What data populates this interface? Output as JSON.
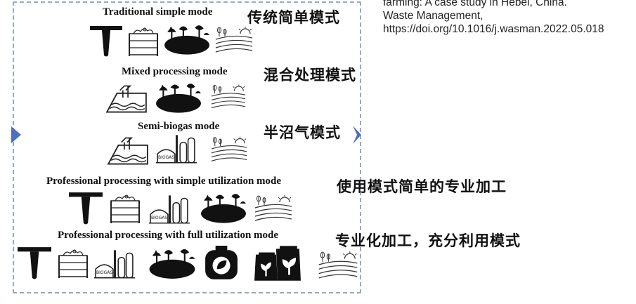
{
  "citation": {
    "line1": "farming: A case study in Hebei, China.",
    "line2": "Waste Management,",
    "line3": "https://doi.org/10.1016/j.wasman.2022.05.018"
  },
  "modes": [
    {
      "en": "Traditional simple mode",
      "cn": "传统简单模式",
      "icons": [
        "scraper-icon",
        "compost-bin-icon",
        "pond-icon",
        "field-icon"
      ]
    },
    {
      "en": "Mixed processing mode",
      "cn": "混合处理模式",
      "icons": [
        "lagoon-icon",
        "pond-icon",
        "field-icon"
      ]
    },
    {
      "en": "Semi-biogas mode",
      "cn": "半沼气模式",
      "icons": [
        "lagoon-icon",
        "biogas-plant-icon",
        "field-icon"
      ]
    },
    {
      "en": "Professional processing with simple utilization mode",
      "cn": "使用模式简单的专业加工",
      "icons": [
        "scraper-icon",
        "compost-bin-icon",
        "biogas-plant-icon",
        "pond-icon",
        "field-icon"
      ]
    },
    {
      "en": "Professional processing with full utilization mode",
      "cn": "专业化加工，充分利用模式",
      "icons": [
        "scraper-icon",
        "compost-bin-icon",
        "biogas-plant-icon",
        "pond-icon",
        "gas-cylinder-icon",
        "fertilizer-bags-icon",
        "field-icon"
      ]
    }
  ],
  "biogas_label": "BIOGAS",
  "colors": {
    "frame": "#9aa8c6",
    "arrow": "#4d6fc0"
  }
}
